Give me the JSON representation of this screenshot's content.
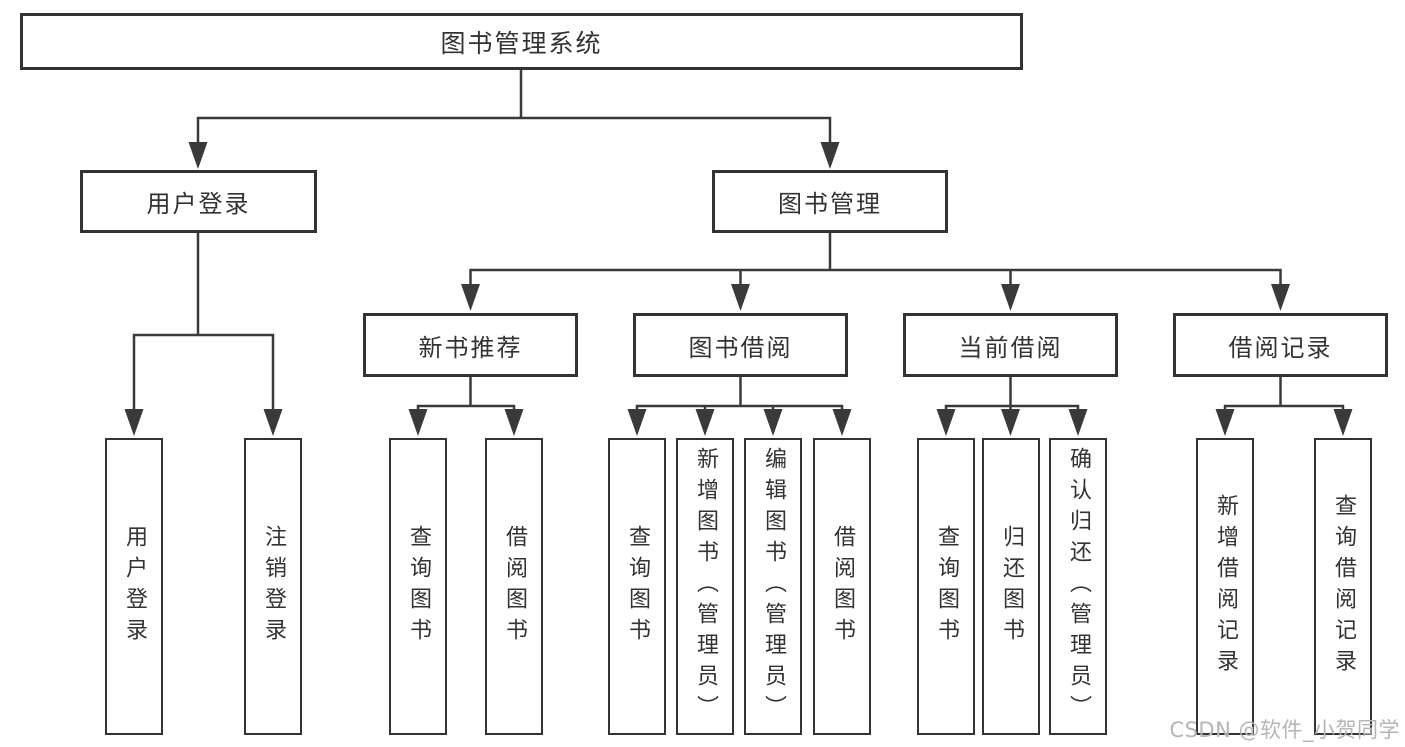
{
  "tree": {
    "root": "图书管理系统",
    "children": [
      {
        "label": "用户登录",
        "children": [
          "用户登录",
          "注销登录"
        ]
      },
      {
        "label": "图书管理",
        "children": [
          {
            "label": "新书推荐",
            "children": [
              "查询图书",
              "借阅图书"
            ]
          },
          {
            "label": "图书借阅",
            "children": [
              "查询图书",
              "新增图书（管理员）",
              "编辑图书（管理员）",
              "借阅图书"
            ]
          },
          {
            "label": "当前借阅",
            "children": [
              "查询图书",
              "归还图书",
              "确认归还（管理员）"
            ]
          },
          {
            "label": "借阅记录",
            "children": [
              "新增借阅记录",
              "查询借阅记录"
            ]
          }
        ]
      }
    ]
  },
  "watermark": {
    "text": "CSDN @软件_小贺同学"
  },
  "colors": {
    "line": "#3a3a3a",
    "box_border": "#333333",
    "text": "#333333",
    "watermark": "#b5b5b5",
    "background": "#ffffff"
  }
}
